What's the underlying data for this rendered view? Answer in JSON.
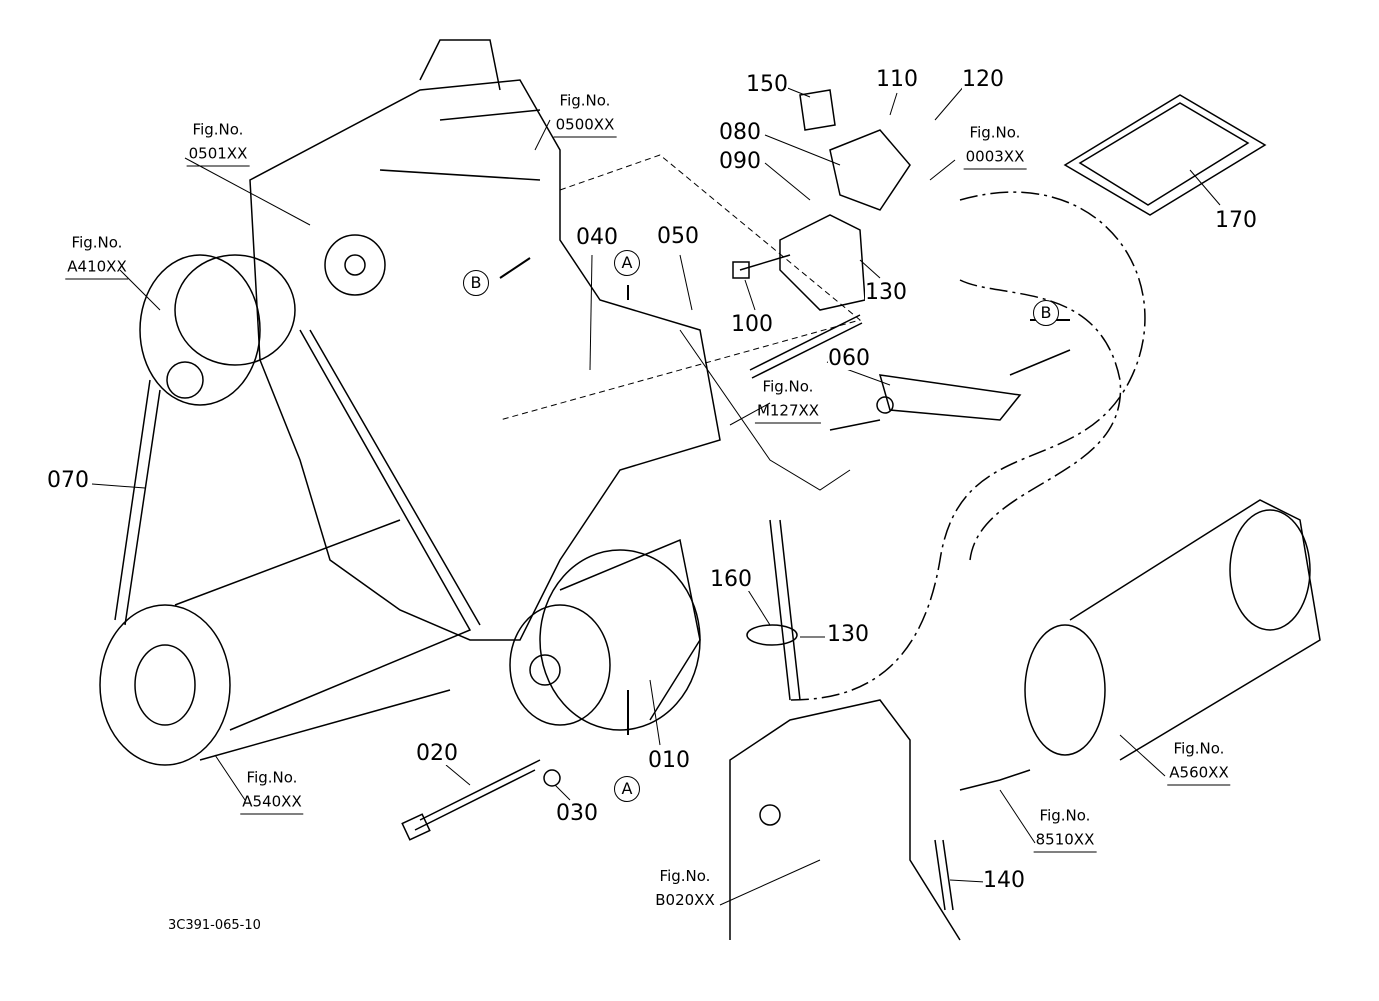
{
  "part_numbers": {
    "p150": "150",
    "p110": "110",
    "p120": "120",
    "p080": "080",
    "p090": "090",
    "p170": "170",
    "p040": "040",
    "p050": "050",
    "p100": "100",
    "p130a": "130",
    "p060": "060",
    "p070": "070",
    "p160": "160",
    "p130b": "130",
    "p020": "020",
    "p030": "030",
    "p010": "010",
    "p140": "140"
  },
  "figure_refs": {
    "label": "Fig.No.",
    "f0003": "0003XX",
    "f0500": "0500XX",
    "f0501": "0501XX",
    "fA410": "A410XX",
    "fM127": "M127XX",
    "fA540": "A540XX",
    "fA560": "A560XX",
    "f8510": "8510XX",
    "fB020": "B020XX"
  },
  "view_markers": {
    "a": "A",
    "b": "B"
  },
  "document_id": "3C391-065-10"
}
